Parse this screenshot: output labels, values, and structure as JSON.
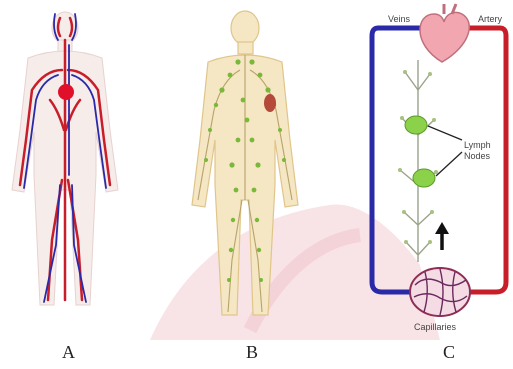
{
  "panels": [
    {
      "letter": "A"
    },
    {
      "letter": "B"
    },
    {
      "letter": "C"
    }
  ],
  "diagram_c": {
    "vein_label": "Veins",
    "artery_label": "Artery",
    "lymph_label_line1": "Lymph",
    "lymph_label_line2": "Nodes",
    "capillaries_label": "Capillaries"
  },
  "colors": {
    "vein": "#2a2aa8",
    "artery": "#c81e2a",
    "heart": "#f2a6b0",
    "node": "#8bd24a",
    "body_fill": "#f5e6c4",
    "body_outline": "#e0c58a",
    "watermark": "#f3d7dc"
  }
}
